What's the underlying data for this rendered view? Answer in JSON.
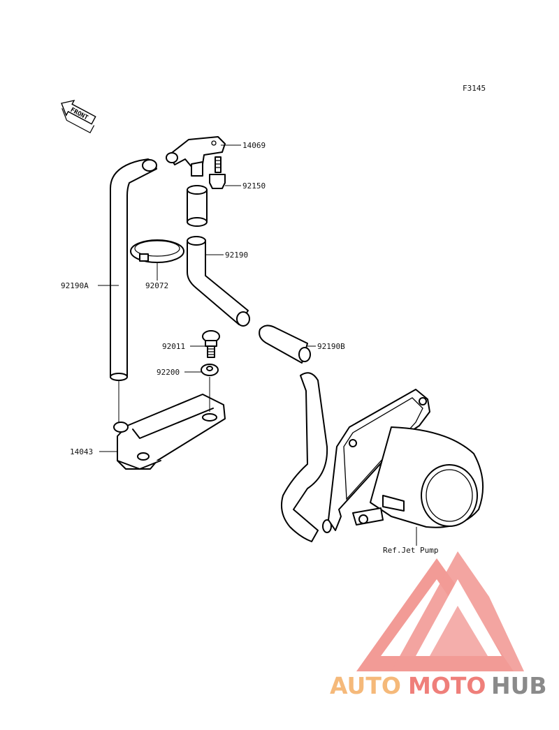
{
  "diagram": {
    "code": "F3145",
    "front_label": "FRONT",
    "ref_label": "Ref.Jet Pump",
    "parts": [
      {
        "id": "14069",
        "label": "14069"
      },
      {
        "id": "92150",
        "label": "92150"
      },
      {
        "id": "92190",
        "label": "92190"
      },
      {
        "id": "92190A",
        "label": "92190A"
      },
      {
        "id": "92072",
        "label": "92072"
      },
      {
        "id": "92011",
        "label": "92011"
      },
      {
        "id": "92190B",
        "label": "92190B"
      },
      {
        "id": "92200",
        "label": "92200"
      },
      {
        "id": "14043",
        "label": "14043"
      }
    ]
  },
  "watermark": {
    "text_part1": "AUTO",
    "text_part2": "MOTO",
    "text_part3": "HUB",
    "colors": {
      "auto": "#f5b97a",
      "moto": "#ef7f7a",
      "hub": "#8a8a8a",
      "logo": "#f08a84"
    }
  }
}
